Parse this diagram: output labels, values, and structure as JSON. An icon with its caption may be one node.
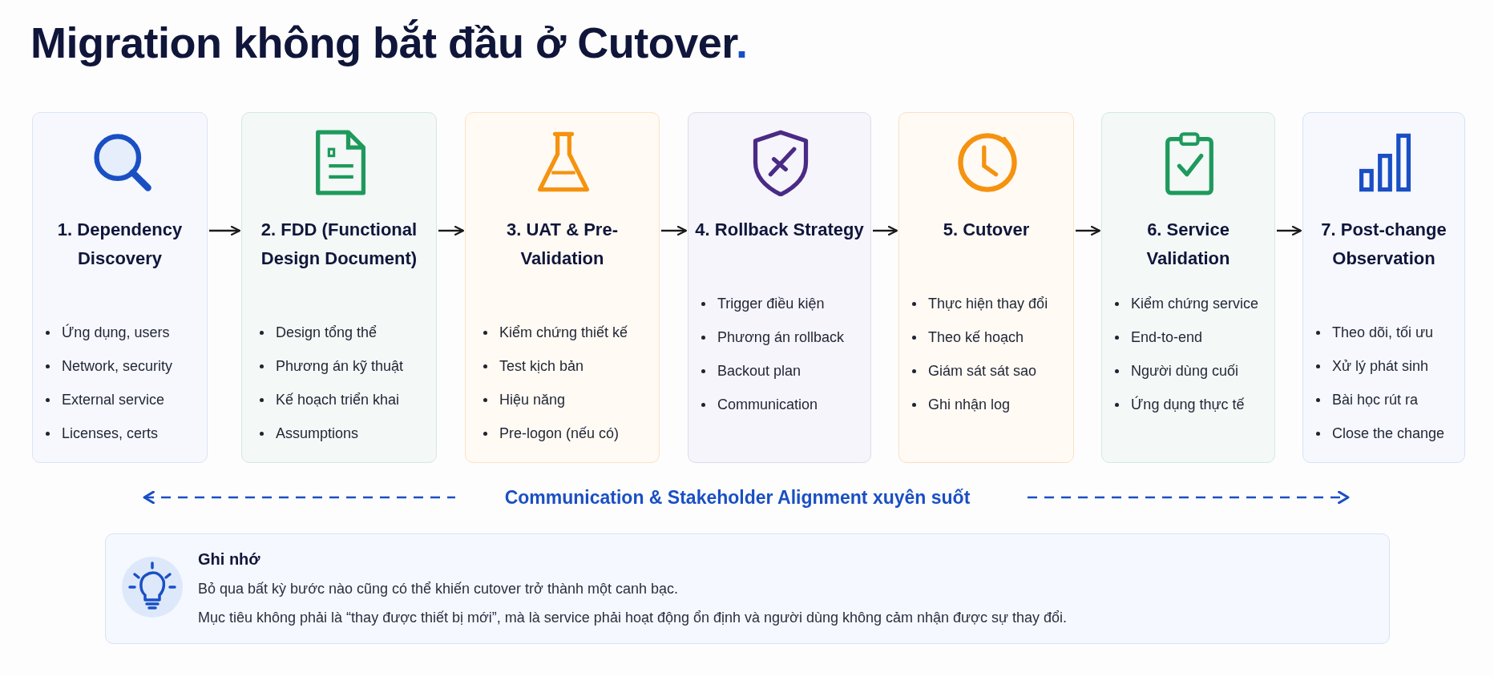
{
  "diagram": {
    "title": "Migration không bắt đầu ở Cutover.",
    "nodes": [
      {
        "text": [
          "1. Dependency Discovery",
          "Ứng dụng, users",
          "Network, security",
          "External service",
          "Licenses, certs"
        ]
      },
      {
        "text": [
          "2. FDD (Functional Design Document)",
          "Design tổng thể",
          "Phương án kỹ thuật",
          "Kế hoạch triển khai",
          "Assumptions"
        ]
      },
      {
        "text": [
          "3. UAT & Pre-Validation",
          "Kiểm chứng thiết kế",
          "Test kịch bản",
          "Hiệu năng",
          "Pre-logon (nếu có)"
        ]
      },
      {
        "text": [
          "4. Rollback Strategy",
          "Trigger điều kiện",
          "Phương án rollback",
          "Backout plan",
          "Communication"
        ]
      },
      {
        "text": [
          "5. Cutover",
          "Thực hiện thay đổi",
          "Theo kế hoạch",
          "Giám sát sát sao",
          "Ghi nhận log"
        ]
      },
      {
        "text": [
          "6. Service Validation",
          "Kiểm chứng service",
          "End-to-end",
          "Người dùng cuối",
          "Ứng dụng thực tế"
        ]
      },
      {
        "text": [
          "7. Post-change Observation",
          "Theo dõi, tối ưu",
          "Xử lý phát sinh",
          "Bài học rút ra",
          "Close the change"
        ]
      },
      {
        "text": [
          "Ghi nhớ",
          "Bỏ qua bất kỳ bước nào cũng có thể khiến cutover trở thành một canh bạc.",
          "Mục tiêu không phải là “thay được thiết bị mới”, mà là service phải hoạt động ổn định và người dùng không cảm nhận được sự thay đổi."
        ]
      }
    ],
    "edges": [
      {
        "from": 0,
        "to": 1,
        "arrow": "to"
      },
      {
        "from": 1,
        "to": 2,
        "arrow": "to"
      },
      {
        "from": 2,
        "to": 3,
        "arrow": "to"
      },
      {
        "from": 3,
        "to": 4,
        "arrow": "to"
      },
      {
        "from": 4,
        "to": 5,
        "arrow": "to"
      },
      {
        "from": 5,
        "to": 6,
        "arrow": "to"
      }
    ],
    "labels": [
      "Communication & Stakeholder Alignment xuyên suốt"
    ]
  }
}
